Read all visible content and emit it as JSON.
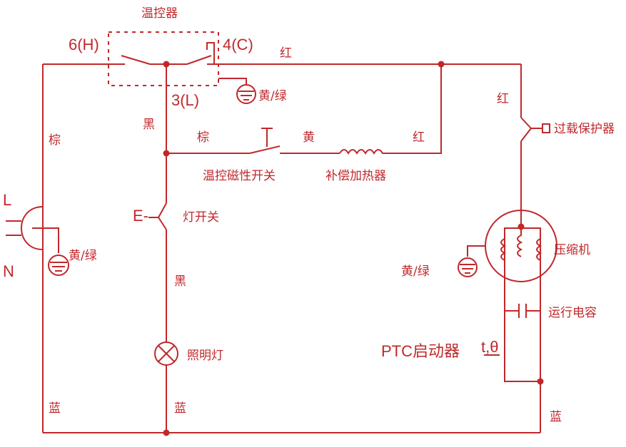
{
  "colors": {
    "line": "#c0282b",
    "background": "#ffffff"
  },
  "labels": {
    "thermostat": "温控器",
    "terminal_h": "6(H)",
    "terminal_c": "4(C)",
    "terminal_l": "3(L)",
    "red_top": "红",
    "red_right": "红",
    "red_heater": "红",
    "yellow_green_top": "黄/绿",
    "brown_left": "棕",
    "black_upper": "黑",
    "brown_switch": "棕",
    "yellow_switch": "黄",
    "magnet_switch": "温控磁性开关",
    "comp_heater": "补偿加热器",
    "overload": "过载保护器",
    "plug_l": "L",
    "plug_n": "N",
    "yellow_green_left": "黄/绿",
    "switch_e": "E-",
    "lamp_switch": "灯开关",
    "compressor": "压缩机",
    "yellow_green_comp": "黄/绿",
    "black_lower": "黑",
    "run_capacitor": "运行电容",
    "ptc_starter": "PTC启动器",
    "ptc_symbol": "t,θ",
    "lamp": "照明灯",
    "blue_left": "蓝",
    "blue_middle": "蓝",
    "blue_right": "蓝"
  }
}
